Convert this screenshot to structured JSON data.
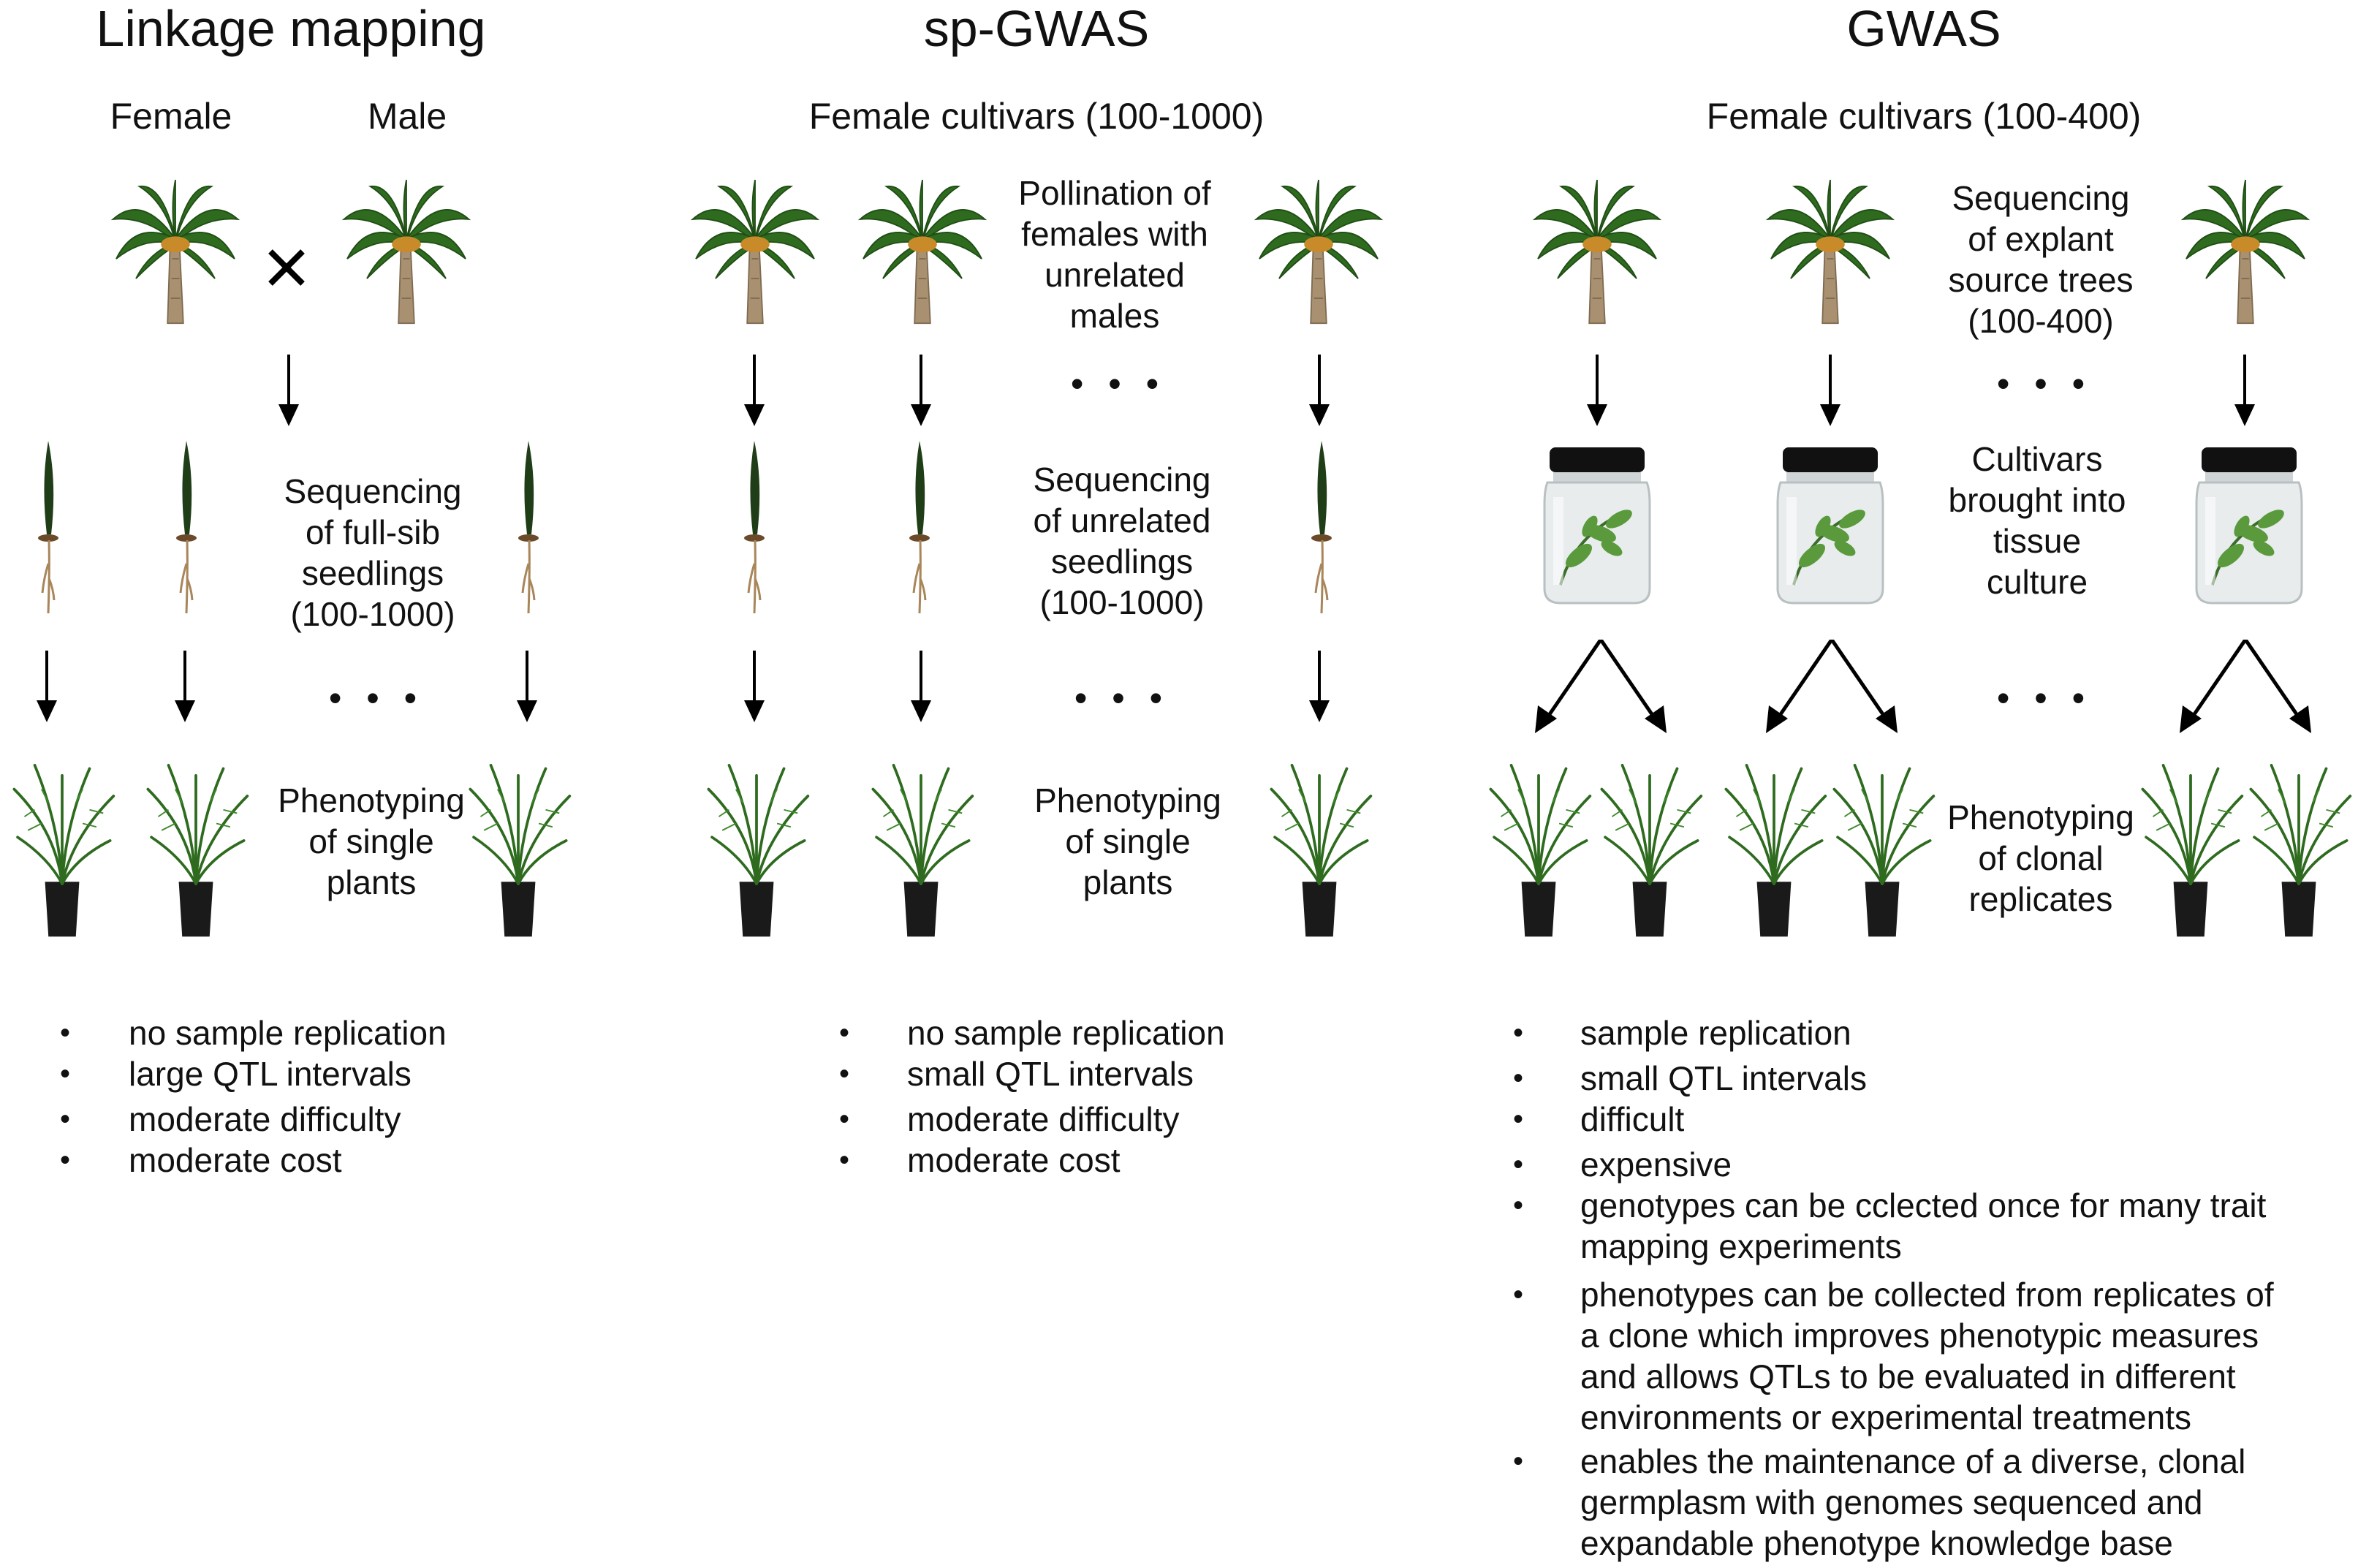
{
  "colors": {
    "palm_frond": "#2e6b1f",
    "palm_trunk": "#a89070",
    "pot": "#1a1a1a",
    "jar_lid": "#111111",
    "arrow": "#000000"
  },
  "icons": [
    "date-palm-tree-icon",
    "seedling-icon",
    "potted-palm-icon",
    "tissue-culture-jar-icon",
    "arrow-down-icon",
    "cross-icon",
    "ellipsis-icon"
  ],
  "linkage": {
    "title": "Linkage mapping",
    "female": "Female",
    "male": "Male",
    "step_sequencing": "Sequencing\nof full-sib\nseedlings\n(100-1000)",
    "step_phenotyping": "Phenotyping\nof single\nplants",
    "bullets": [
      "no sample replication",
      "large QTL intervals",
      "moderate difficulty",
      "moderate cost"
    ]
  },
  "spgwas": {
    "title": "sp-GWAS",
    "subtitle": "Female cultivars (100-1000)",
    "step_pollination": "Pollination of\nfemales with\nunrelated\nmales",
    "step_sequencing": "Sequencing\nof unrelated\nseedlings\n(100-1000)",
    "step_phenotyping": "Phenotyping\nof single\nplants",
    "bullets": [
      "no sample replication",
      "small QTL intervals",
      "moderate difficulty",
      "moderate cost"
    ]
  },
  "gwas": {
    "title": "GWAS",
    "subtitle": "Female cultivars (100-400)",
    "step_sequencing": "Sequencing\nof explant\nsource trees\n(100-400)",
    "step_culture": "Cultivars\nbrought into\ntissue\nculture",
    "step_phenotyping": "Phenotyping\nof clonal\nreplicates",
    "bullets": [
      "sample replication",
      "small QTL intervals",
      "difficult",
      "expensive",
      "genotypes can be cclected once for many trait\nmapping experiments",
      "phenotypes can be collected from replicates of\na clone which improves phenotypic measures\nand allows QTLs to be evaluated in different\nenvironments or experimental treatments",
      "enables the maintenance of a diverse, clonal\ngermplasm with genomes sequenced and\nexpandable phenotype knowledge base"
    ]
  },
  "ellipsis": "• • •",
  "bullet_char": "•"
}
